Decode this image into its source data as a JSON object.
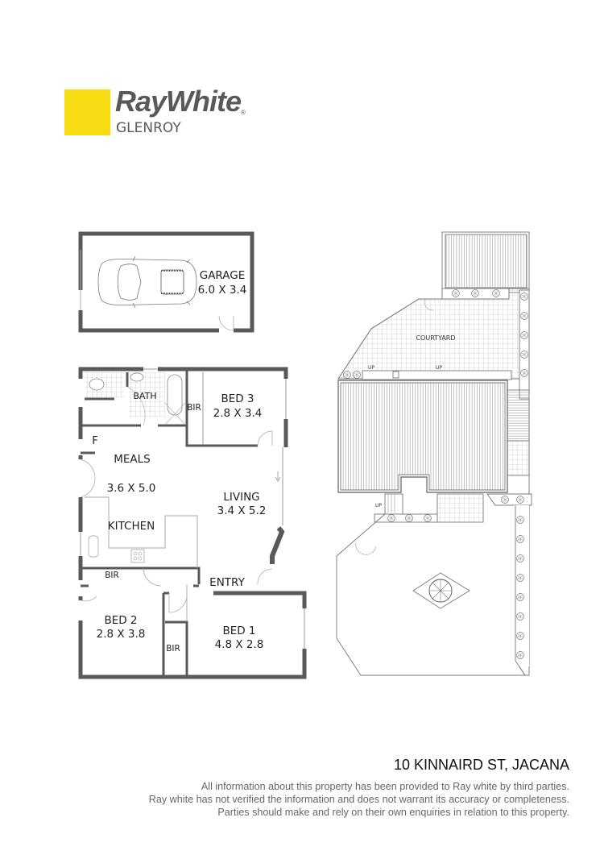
{
  "brand": {
    "name": "RayWhite",
    "registered_mark": "®",
    "office": "GLENROY",
    "accent_color": "#f7dc14",
    "text_color": "#58595b"
  },
  "floorplan": {
    "rooms": [
      {
        "id": "garage",
        "name": "GARAGE",
        "size": "6.0 X 3.4"
      },
      {
        "id": "bath",
        "name": "BATH",
        "size": ""
      },
      {
        "id": "bir_bed3",
        "name": "BIR",
        "size": ""
      },
      {
        "id": "bed3",
        "name": "BED 3",
        "size": "2.8 X 3.4"
      },
      {
        "id": "fridge",
        "name": "F",
        "size": ""
      },
      {
        "id": "meals",
        "name": "MEALS",
        "size": "3.6 X 5.0"
      },
      {
        "id": "living",
        "name": "LIVING",
        "size": "3.4 X 5.2"
      },
      {
        "id": "kitchen",
        "name": "KITCHEN",
        "size": ""
      },
      {
        "id": "bir_hall",
        "name": "BIR",
        "size": ""
      },
      {
        "id": "entry",
        "name": "ENTRY",
        "size": ""
      },
      {
        "id": "bed2",
        "name": "BED 2",
        "size": "2.8 X 3.8"
      },
      {
        "id": "bir_bed1",
        "name": "BIR",
        "size": ""
      },
      {
        "id": "bed1",
        "name": "BED 1",
        "size": "4.8 X 2.8"
      }
    ]
  },
  "siteplan": {
    "courtyard_label": "COURTYARD",
    "step_labels": [
      "UP",
      "UP",
      "UP"
    ]
  },
  "footer": {
    "address": "10 KINNAIRD ST, JACANA",
    "disclaimer": [
      "All information about this property has been provided to Ray white by third parties.",
      "Ray white has not verified the information and does not warrant its accuracy or completeness.",
      "Parties should make and rely on their own enquiries in relation to this property."
    ]
  }
}
